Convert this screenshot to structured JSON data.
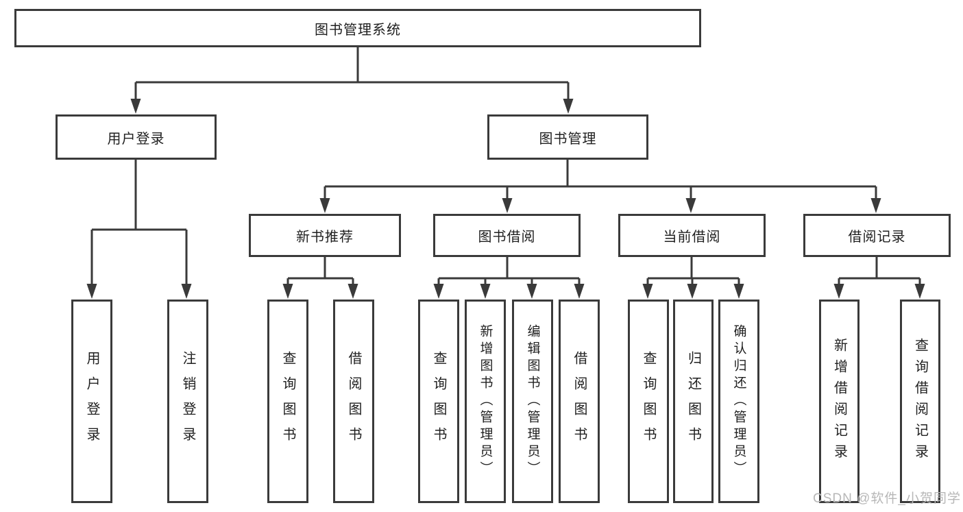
{
  "diagram": {
    "root": "图书管理系统",
    "level2": {
      "user_login": "用户登录",
      "book_management": "图书管理"
    },
    "level3": {
      "new_book_recommend": "新书推荐",
      "book_borrow": "图书借阅",
      "current_borrow": "当前借阅",
      "borrow_records": "借阅记录"
    },
    "leaves": [
      "用户登录",
      "注销登录",
      "查询图书",
      "借阅图书",
      "查询图书",
      "新增图书（管理员）",
      "编辑图书（管理员）",
      "借阅图书",
      "查询图书",
      "归还图书",
      "确认归还（管理员）",
      "新增借阅记录",
      "查询借阅记录"
    ]
  },
  "watermark": "CSDN @软件_小贺同学",
  "colors": {
    "line": "#3a3a3a",
    "text": "#1f1f1f",
    "watermark": "#b7b7b7",
    "background": "#ffffff"
  }
}
